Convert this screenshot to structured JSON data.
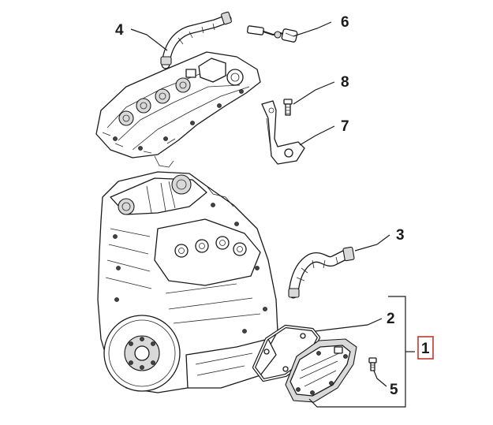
{
  "diagram": {
    "callouts": [
      {
        "id": "callout-1",
        "label": "1",
        "highlighted": true
      },
      {
        "id": "callout-2",
        "label": "2"
      },
      {
        "id": "callout-3",
        "label": "3"
      },
      {
        "id": "callout-4",
        "label": "4"
      },
      {
        "id": "callout-5",
        "label": "5"
      },
      {
        "id": "callout-6",
        "label": "6"
      },
      {
        "id": "callout-7",
        "label": "7"
      },
      {
        "id": "callout-8",
        "label": "8"
      }
    ],
    "highlight_color": "#c0392b",
    "line_color": "#1a1a1a",
    "components": [
      {
        "ref": "1",
        "icon": "oil-separator-assembly-icon"
      },
      {
        "ref": "2",
        "icon": "gasket-icon"
      },
      {
        "ref": "3",
        "icon": "breather-hose-icon"
      },
      {
        "ref": "4",
        "icon": "vent-hose-icon"
      },
      {
        "ref": "5",
        "icon": "screw-icon"
      },
      {
        "ref": "6",
        "icon": "sensor-connector-icon"
      },
      {
        "ref": "7",
        "icon": "bracket-icon"
      },
      {
        "ref": "8",
        "icon": "bolt-icon"
      }
    ]
  }
}
